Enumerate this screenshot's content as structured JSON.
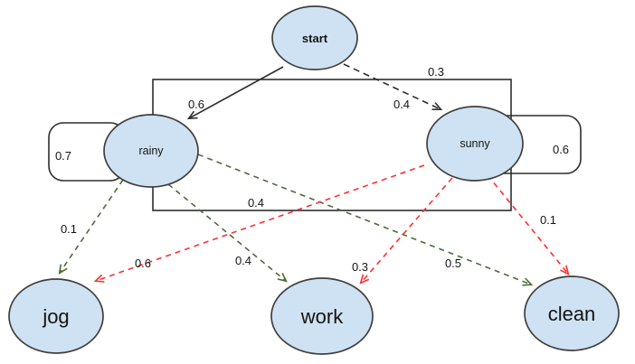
{
  "diagram_type": "hidden-markov-model-state-diagram",
  "nodes": {
    "start": "start",
    "rainy": "rainy",
    "sunny": "sunny",
    "jog": "jog",
    "work": "work",
    "clean": "clean"
  },
  "edge_labels": {
    "start_to_rainy": "0.6",
    "start_to_sunny": "0.4",
    "rainy_to_sunny": "0.3",
    "sunny_to_rainy": "0.4",
    "rainy_self_loop": "0.7",
    "sunny_self_loop": "0.6",
    "rainy_to_jog": "0.1",
    "rainy_to_work": "0.4",
    "rainy_to_clean": "0.5",
    "sunny_to_jog": "0.6",
    "sunny_to_work": "0.3",
    "sunny_to_clean": "0.1"
  },
  "colors": {
    "node_fill": "#cfe2f3",
    "node_stroke": "#3f3f3f",
    "edge_dark": "#2e2e2e",
    "edge_rainy_emission": "#4f6b35",
    "edge_sunny_emission": "#ff2f2f"
  }
}
